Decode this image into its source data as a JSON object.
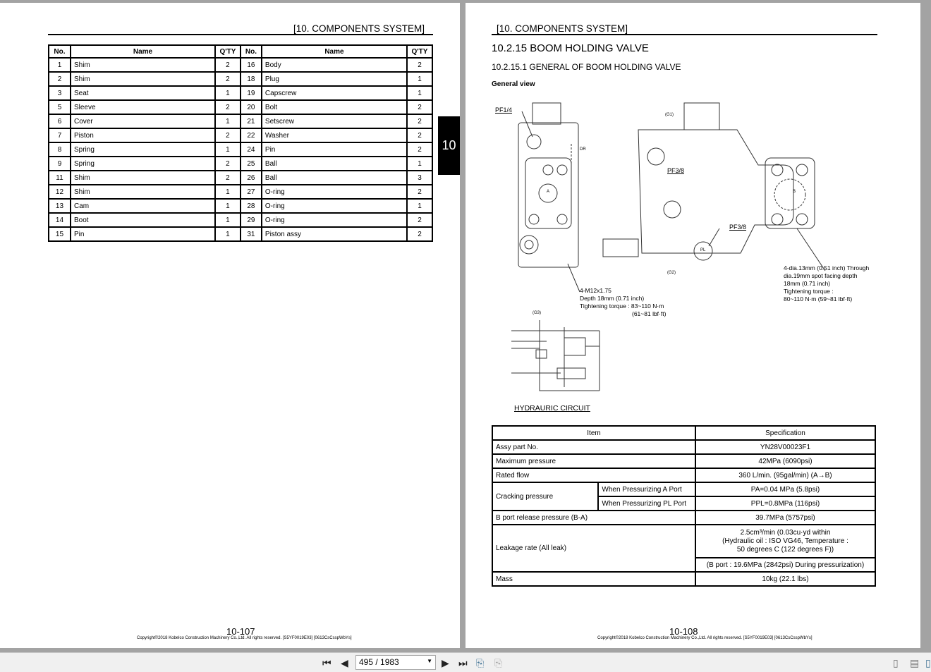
{
  "left_page": {
    "header": "[10.   COMPONENTS SYSTEM]",
    "chapter_tab": "10",
    "parts_table": {
      "headers": [
        "No.",
        "Name",
        "Q'TY",
        "No.",
        "Name",
        "Q'TY"
      ],
      "rows": [
        [
          "1",
          "Shim",
          "2",
          "16",
          "Body",
          "2"
        ],
        [
          "2",
          "Shim",
          "2",
          "18",
          "Plug",
          "1"
        ],
        [
          "3",
          "Seat",
          "1",
          "19",
          "Capscrew",
          "1"
        ],
        [
          "5",
          "Sleeve",
          "2",
          "20",
          "Bolt",
          "2"
        ],
        [
          "6",
          "Cover",
          "1",
          "21",
          "Setscrew",
          "2"
        ],
        [
          "7",
          "Piston",
          "2",
          "22",
          "Washer",
          "2"
        ],
        [
          "8",
          "Spring",
          "1",
          "24",
          "Pin",
          "2"
        ],
        [
          "9",
          "Spring",
          "2",
          "25",
          "Ball",
          "1"
        ],
        [
          "11",
          "Shim",
          "2",
          "26",
          "Ball",
          "3"
        ],
        [
          "12",
          "Shim",
          "1",
          "27",
          "O-ring",
          "2"
        ],
        [
          "13",
          "Cam",
          "1",
          "28",
          "O-ring",
          "1"
        ],
        [
          "14",
          "Boot",
          "1",
          "29",
          "O-ring",
          "2"
        ],
        [
          "15",
          "Pin",
          "1",
          "31",
          "Piston assy",
          "2"
        ]
      ]
    },
    "page_number": "10-107",
    "copyright": "Copyright©2018 Kobelco Construction Machinery Co.,Ltd. All rights reserved. [S5YF0019E03]   [0613CsCsspWbYs]"
  },
  "right_page": {
    "header": "[10.   COMPONENTS SYSTEM]",
    "section_title": "10.2.15   BOOM HOLDING VALVE",
    "subsection_title": "10.2.15.1   GENERAL OF BOOM HOLDING VALVE",
    "general_view": "General view",
    "diagram_labels": {
      "pf14": "PF1/4",
      "pf38a": "PF3/8",
      "pf38b": "PF3/8",
      "g1": "(G1)",
      "g2": "(G2)",
      "g3": "(G3)",
      "dr": "DR",
      "a": "A",
      "b": "B",
      "pl": "PL"
    },
    "note_left": [
      "4-M12x1.75",
      "Depth 18mm (0.71 inch)",
      "Tightening torque : 83~110 N·m",
      "(61~81 lbf·ft)"
    ],
    "note_right": [
      "4-dia.13mm (0.51 inch) Through",
      "dia.19mm spot facing depth",
      "18mm (0.71 inch)",
      "Tightening torque :",
      "80~110 N·m (59~81 lbf·ft)"
    ],
    "circuit_caption": "HYDRAURIC CIRCUIT",
    "spec_table": {
      "headers": [
        "Item",
        "Specification"
      ],
      "assy": [
        "Assy part No.",
        "YN28V00023F1"
      ],
      "max_pressure": [
        "Maximum pressure",
        "42MPa (6090psi)"
      ],
      "rated_flow": [
        "Rated flow",
        "360 L/min. (95gal/min) (A→B)"
      ],
      "cracking": {
        "label": "Cracking pressure",
        "a_label": "When Pressurizing A Port",
        "a_value": "PA=0.04 MPa (5.8psi)",
        "pl_label": "When Pressurizing PL Port",
        "pl_value": "PPL=0.8MPa (116psi)"
      },
      "b_release": [
        "B port release pressure (B-A)",
        "39.7MPa (5757psi)"
      ],
      "leakage": {
        "label": "Leakage rate (All leak)",
        "v1": "2.5cm³/min (0.03cu·yd within",
        "v2": "(Hydraulic oil : ISO VG46, Temperature :",
        "v3": "50 degrees C (122 degrees F))",
        "v4": "(B port : 19.6MPa (2842psi) During pressurization)"
      },
      "mass": [
        "Mass",
        "10kg (22.1 lbs)"
      ]
    },
    "page_number": "10-108",
    "copyright": "Copyright©2018 Kobelco Construction Machinery Co.,Ltd. All rights reserved. [S5YF0019E03]   [0613CsCsspWbYs]"
  },
  "toolbar": {
    "page_field": "495 / 1983"
  }
}
